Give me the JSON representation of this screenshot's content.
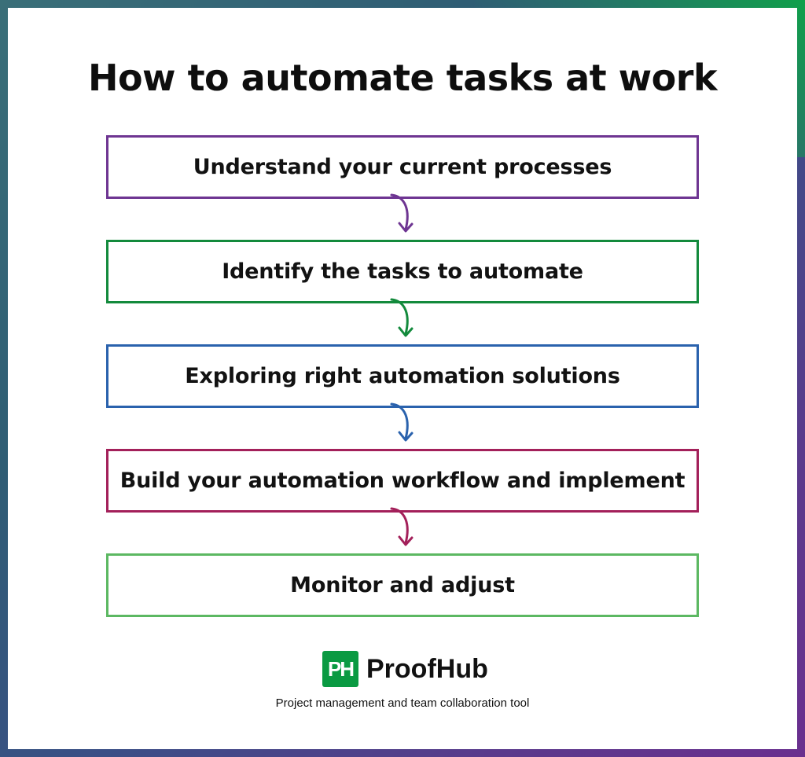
{
  "title": "How to automate tasks at work",
  "steps": [
    {
      "label": "Understand your current processes",
      "color": "#6e3592"
    },
    {
      "label": "Identify the tasks to automate",
      "color": "#138a3c"
    },
    {
      "label": "Exploring right automation solutions",
      "color": "#2a62ad"
    },
    {
      "label": "Build your automation workflow and implement",
      "color": "#a3205a"
    },
    {
      "label": "Monitor and adjust",
      "color": "#5cb862"
    }
  ],
  "brand": {
    "logo_mark": "PH",
    "name": "ProofHub",
    "tagline": "Project management and team collaboration tool",
    "color": "#0a9a42"
  }
}
